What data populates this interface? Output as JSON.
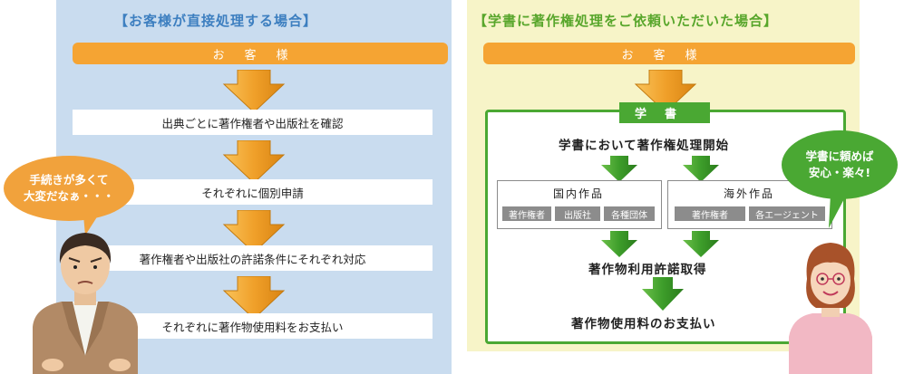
{
  "left": {
    "title": "【お客様が直接処理する場合】",
    "customer": "お客様",
    "steps": [
      "出典ごとに著作権者や出版社を確認",
      "それぞれに個別申請",
      "著作権者や出版社の許諾条件にそれぞれ対応",
      "それぞれに著作物使用料をお支払い"
    ],
    "bubble": [
      "手続きが多くて",
      "大変だなぁ・・・"
    ]
  },
  "right": {
    "title": "【学書に著作権処理をご依頼いただいた場合】",
    "customer": "お客様",
    "gakusho": "学書",
    "start": "学書において著作権処理開始",
    "domestic": {
      "title": "国内作品",
      "tags": [
        "著作権者",
        "出版社",
        "各種団体"
      ]
    },
    "overseas": {
      "title": "海外作品",
      "tags": [
        "著作権者",
        "各エージェント"
      ]
    },
    "permission": "著作物利用許諾取得",
    "payment": "著作物使用料のお支払い",
    "bubble": [
      "学書に頼めば",
      "安心・楽々!"
    ]
  },
  "colors": {
    "orange": "#f5a433",
    "green": "#4aa833",
    "blue": "#3d7fc0",
    "left_bg": "#c9dcef",
    "right_bg": "#f7f4c8"
  }
}
